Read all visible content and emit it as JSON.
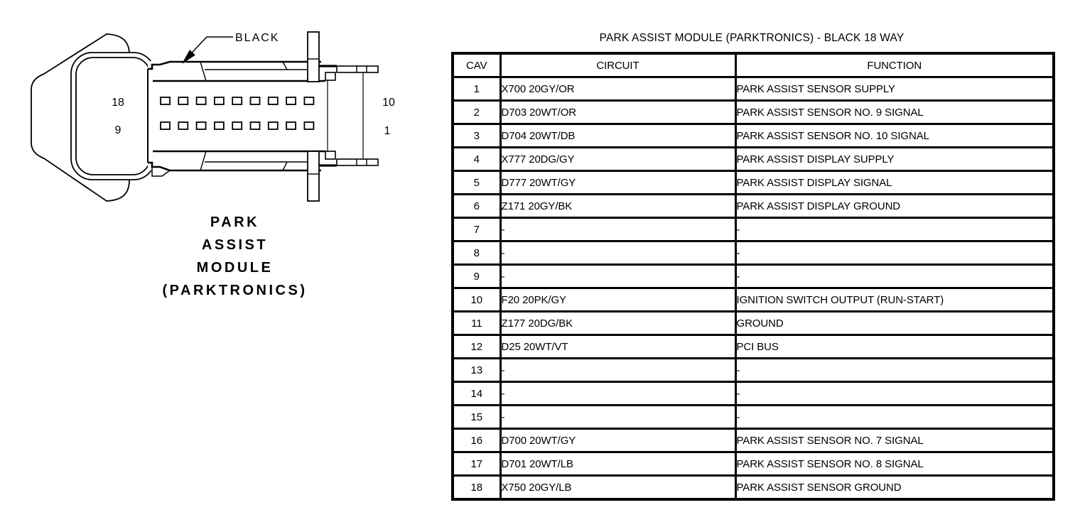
{
  "page": {
    "background": "#ffffff",
    "ink": "#000000"
  },
  "diagram": {
    "color_callout": "BLACK",
    "pin_label_top_left": "18",
    "pin_label_bottom_left": "9",
    "pin_label_top_right": "10",
    "pin_label_bottom_right": "1",
    "module_name_lines": [
      "PARK",
      "ASSIST",
      "MODULE",
      "(PARKTRONICS)"
    ]
  },
  "table": {
    "title": "PARK ASSIST MODULE (PARKTRONICS) - BLACK 18 WAY",
    "columns": [
      "CAV",
      "CIRCUIT",
      "FUNCTION"
    ],
    "rows": [
      {
        "cav": "1",
        "circuit": "X700 20GY/OR",
        "function": "PARK ASSIST SENSOR SUPPLY"
      },
      {
        "cav": "2",
        "circuit": "D703 20WT/OR",
        "function": "PARK ASSIST SENSOR NO. 9 SIGNAL"
      },
      {
        "cav": "3",
        "circuit": "D704 20WT/DB",
        "function": "PARK ASSIST SENSOR NO. 10 SIGNAL"
      },
      {
        "cav": "4",
        "circuit": "X777 20DG/GY",
        "function": "PARK ASSIST DISPLAY SUPPLY"
      },
      {
        "cav": "5",
        "circuit": "D777 20WT/GY",
        "function": "PARK ASSIST DISPLAY SIGNAL"
      },
      {
        "cav": "6",
        "circuit": "Z171 20GY/BK",
        "function": "PARK ASSIST DISPLAY GROUND"
      },
      {
        "cav": "7",
        "circuit": "-",
        "function": "-"
      },
      {
        "cav": "8",
        "circuit": "-",
        "function": "-"
      },
      {
        "cav": "9",
        "circuit": "-",
        "function": "-"
      },
      {
        "cav": "10",
        "circuit": "F20 20PK/GY",
        "function": "IGNITION SWITCH OUTPUT (RUN-START)"
      },
      {
        "cav": "11",
        "circuit": "Z177 20DG/BK",
        "function": "GROUND"
      },
      {
        "cav": "12",
        "circuit": "D25 20WT/VT",
        "function": "PCI BUS"
      },
      {
        "cav": "13",
        "circuit": "-",
        "function": "-"
      },
      {
        "cav": "14",
        "circuit": "-",
        "function": "-"
      },
      {
        "cav": "15",
        "circuit": "-",
        "function": "-"
      },
      {
        "cav": "16",
        "circuit": "D700 20WT/GY",
        "function": "PARK ASSIST SENSOR NO. 7 SIGNAL"
      },
      {
        "cav": "17",
        "circuit": "D701 20WT/LB",
        "function": "PARK ASSIST SENSOR NO. 8 SIGNAL"
      },
      {
        "cav": "18",
        "circuit": "X750 20GY/LB",
        "function": "PARK ASSIST SENSOR GROUND"
      }
    ]
  }
}
